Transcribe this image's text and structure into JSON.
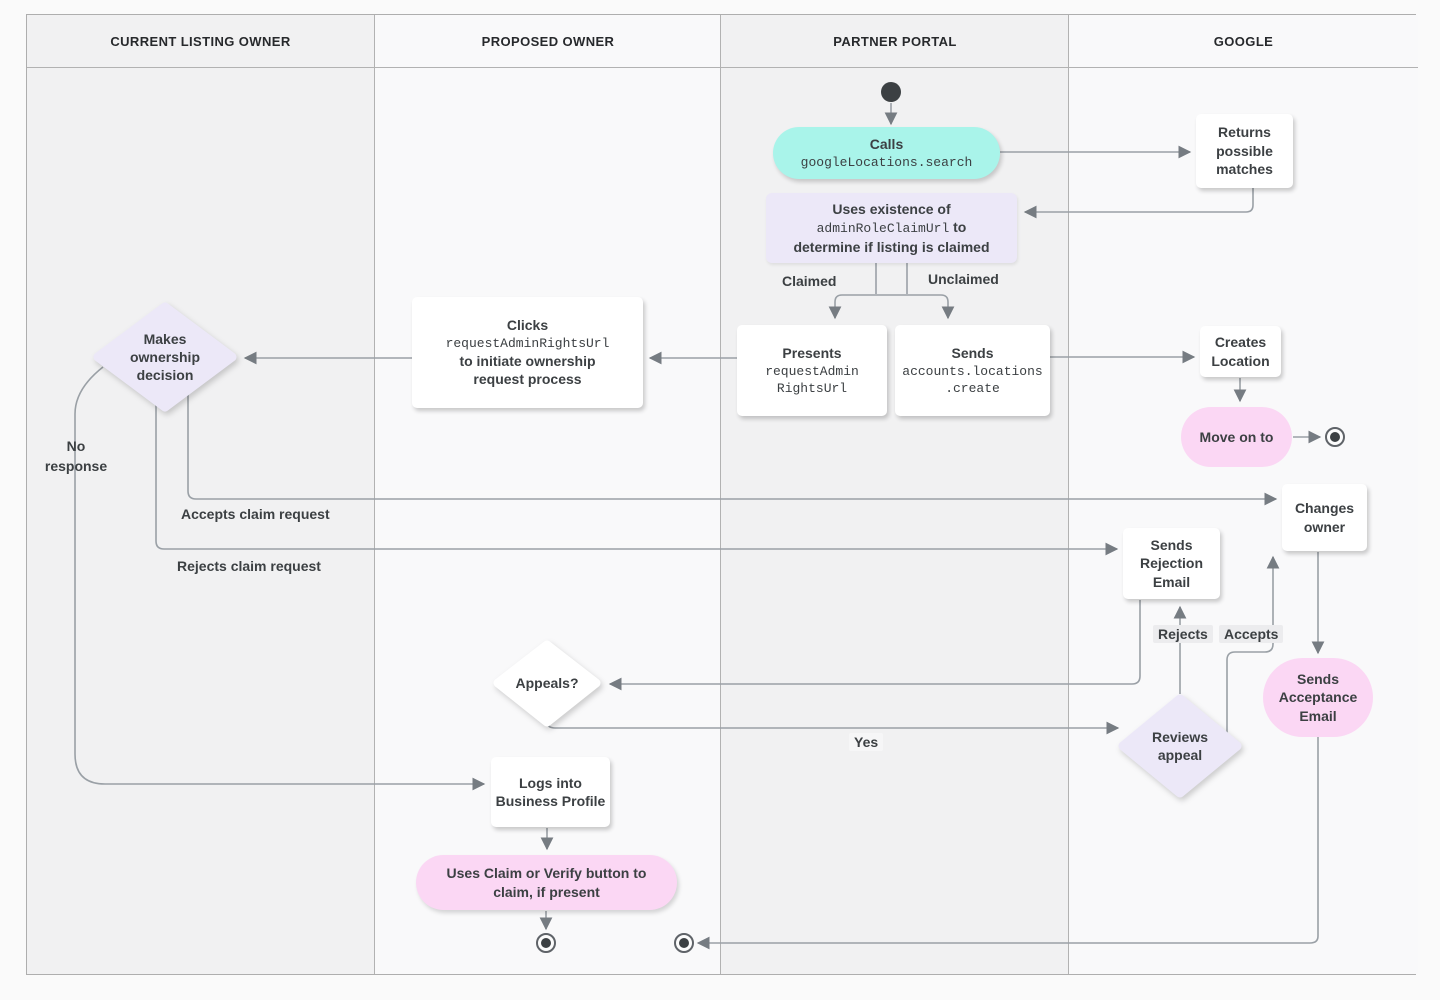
{
  "lanes": [
    {
      "label": "CURRENT LISTING OWNER"
    },
    {
      "label": "PROPOSED OWNER"
    },
    {
      "label": "PARTNER PORTAL"
    },
    {
      "label": "GOOGLE"
    }
  ],
  "nodes": {
    "calls": {
      "title": "Calls",
      "code": "googleLocations.search"
    },
    "returns_matches": {
      "text": "Returns possible matches"
    },
    "uses_existence": {
      "line1": "Uses existence of",
      "code": "adminRoleClaimUrl",
      "line2_suffix": " to",
      "line3": "determine if listing is claimed"
    },
    "presents": {
      "title": "Presents",
      "code_line1": "requestAdmin",
      "code_line2": "RightsUrl"
    },
    "sends_create": {
      "title": "Sends",
      "code_line1": "accounts.locations",
      "code_line2": ".create"
    },
    "clicks": {
      "title": "Clicks",
      "code": "requestAdminRightsUrl",
      "line2": "to initiate ownership",
      "line3": "request process"
    },
    "makes_decision": {
      "text": "Makes ownership decision"
    },
    "creates_location": {
      "text": "Creates Location"
    },
    "move_on": {
      "text": "Move on to"
    },
    "changes_owner": {
      "text": "Changes owner"
    },
    "sends_rejection": {
      "text": "Sends Rejection Email"
    },
    "sends_acceptance": {
      "text": "Sends Acceptance Email"
    },
    "reviews_appeal": {
      "text": "Reviews appeal"
    },
    "appeals": {
      "text": "Appeals?"
    },
    "logs_in": {
      "text": "Logs into Business Profile"
    },
    "claim_verify": {
      "text": "Uses Claim or Verify button to claim, if present"
    }
  },
  "edge_labels": {
    "claimed": "Claimed",
    "unclaimed": "Unclaimed",
    "no_response_line1": "No",
    "no_response_line2": "response",
    "accepts_claim": "Accepts claim request",
    "rejects_claim": "Rejects claim request",
    "rejects": "Rejects",
    "accepts": "Accepts",
    "yes": "Yes"
  },
  "colors": {
    "cyan": "#a9f4ea",
    "purple": "#ece8f8",
    "pink": "#fbd7f4",
    "line": "#9aa0a6",
    "arrowhead": "#767c82",
    "text": "#3c4043"
  }
}
